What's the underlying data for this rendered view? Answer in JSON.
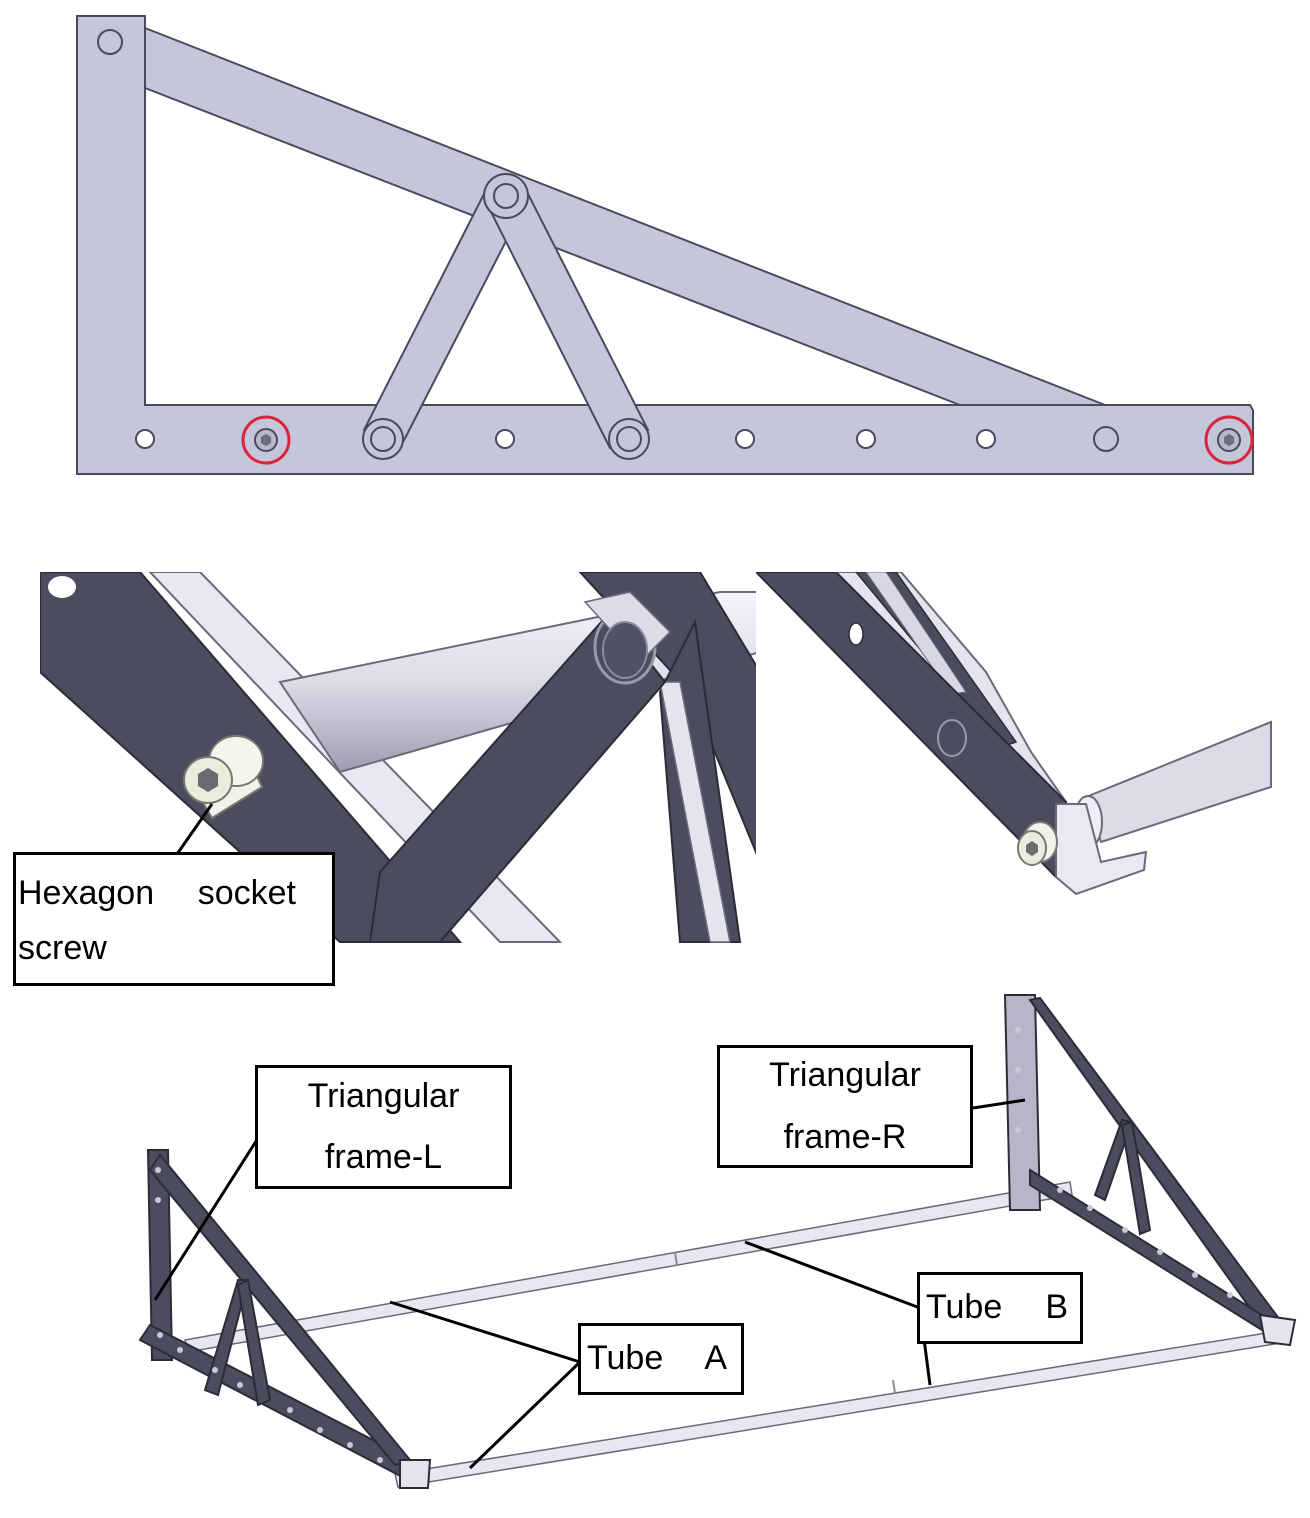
{
  "colors": {
    "frame_face": "#c5c5dc",
    "frame_edge": "#4a4a5e",
    "frame_dark": "#4b4c5e",
    "tube_light": "#e7e7f2",
    "highlight_circle": "#d9263a"
  },
  "labels": {
    "hex_screw_word1": "Hexagon",
    "hex_screw_word2": "socket",
    "hex_screw_line2": "screw",
    "frame_l_line1": "Triangular",
    "frame_l_line2": "frame-L",
    "frame_r_line1": "Triangular",
    "frame_r_line2": "frame-R",
    "tube_a_letter1": "Tube",
    "tube_a_letter2": "A",
    "tube_b_letter1": "Tube",
    "tube_b_letter2": "B"
  },
  "icons": [
    "hex-socket-screw-icon",
    "bolt-highlight-circle-icon"
  ]
}
